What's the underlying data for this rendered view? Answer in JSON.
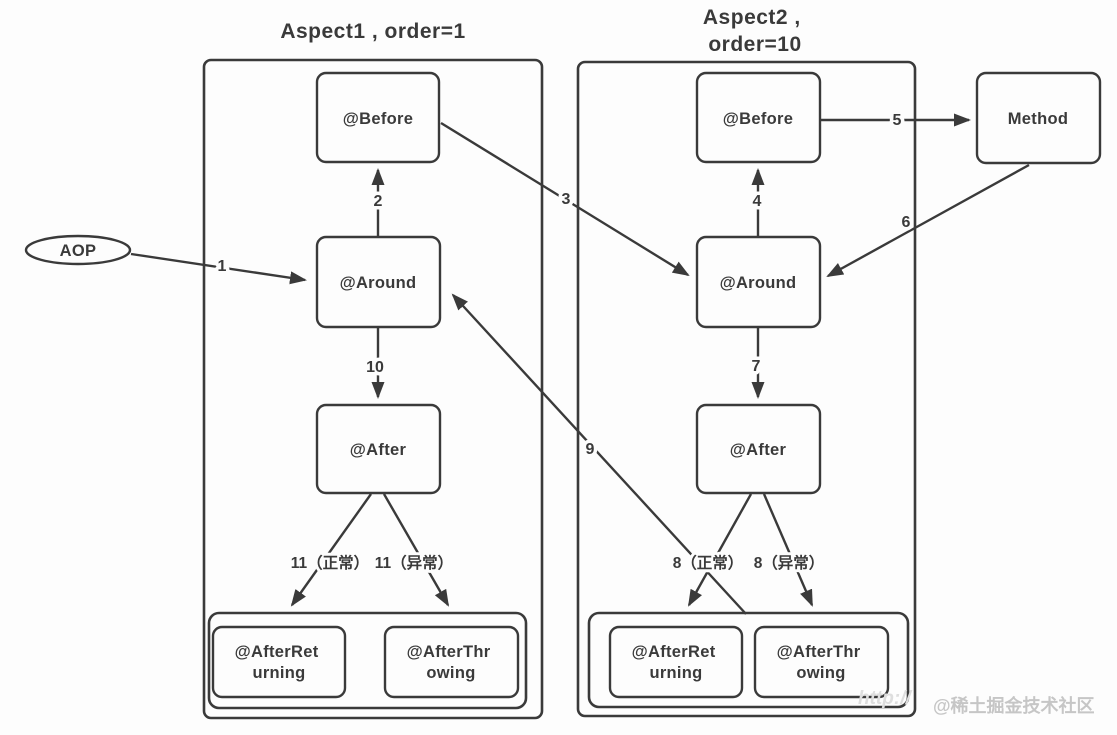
{
  "colors": {
    "background": "#fdfdfd",
    "line": "#3a3a3a",
    "text": "#3a3a3a",
    "watermark": "#c6c6c6",
    "watermark_ghost": "#dedede"
  },
  "titles": {
    "aspect1": "Aspect1 , order=1",
    "aspect2_line1": "Aspect2 ,",
    "aspect2_line2": "order=10"
  },
  "nodes": {
    "aop": "AOP",
    "before": "@Before",
    "around": "@Around",
    "after": "@After",
    "after_returning_line1": "@AfterRet",
    "after_returning_line2": "urning",
    "after_throwing_line1": "@AfterThr",
    "after_throwing_line2": "owing",
    "method": "Method"
  },
  "edge_labels": {
    "e1": "1",
    "e2": "2",
    "e3": "3",
    "e4": "4",
    "e5": "5",
    "e6": "6",
    "e7": "7",
    "e8_normal": "8（正常）",
    "e8_exception": "8（异常）",
    "e9": "9",
    "e10": "10",
    "e11_normal": "11（正常）",
    "e11_exception": "11（异常）"
  },
  "watermark": {
    "ghost": "http://",
    "credit": "@稀土掘金技术社区"
  }
}
